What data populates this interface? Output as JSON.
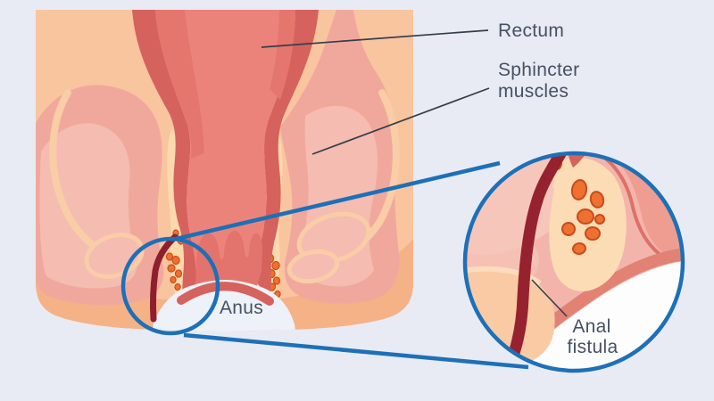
{
  "diagram": {
    "type": "medical-illustration",
    "subject": "Anal fistula anatomy cross-section with magnified inset",
    "labels": {
      "rectum": "Rectum",
      "sphincter_line1": "Sphincter",
      "sphincter_line2": "muscles",
      "anus": "Anus",
      "fistula_line1": "Anal",
      "fistula_line2": "fistula"
    },
    "colors": {
      "background": "#e8ebf4",
      "accent_blue": "#1d70b7",
      "label_text": "#475163",
      "leader_line": "#333e4c",
      "skin": "#f8c59f",
      "skin_shadow": "#f5b286",
      "muscle_pink": "#f1a89c",
      "muscle_pink_light": "#f5bcb1",
      "fascia_cream": "#f9cda6",
      "canal_wall": "#d5625d",
      "canal_interior": "#ec837b",
      "canal_shade": "#e5766e",
      "anal_columns": "#e3746d",
      "gland_strip": "#fbd9ad",
      "gland_orange": "#ee7130",
      "gland_outline": "#cf4e1d",
      "fistula_red": "#8e1f2e",
      "inset_pink": "#f3b5ab",
      "inset_pink_light": "#f7c6ba",
      "inset_salmon": "#ef9d90",
      "inset_band": "#e28274",
      "inset_cream": "#fcdcb5",
      "inset_skin": "#f9caa3",
      "inset_white": "#fdfdfe"
    }
  }
}
